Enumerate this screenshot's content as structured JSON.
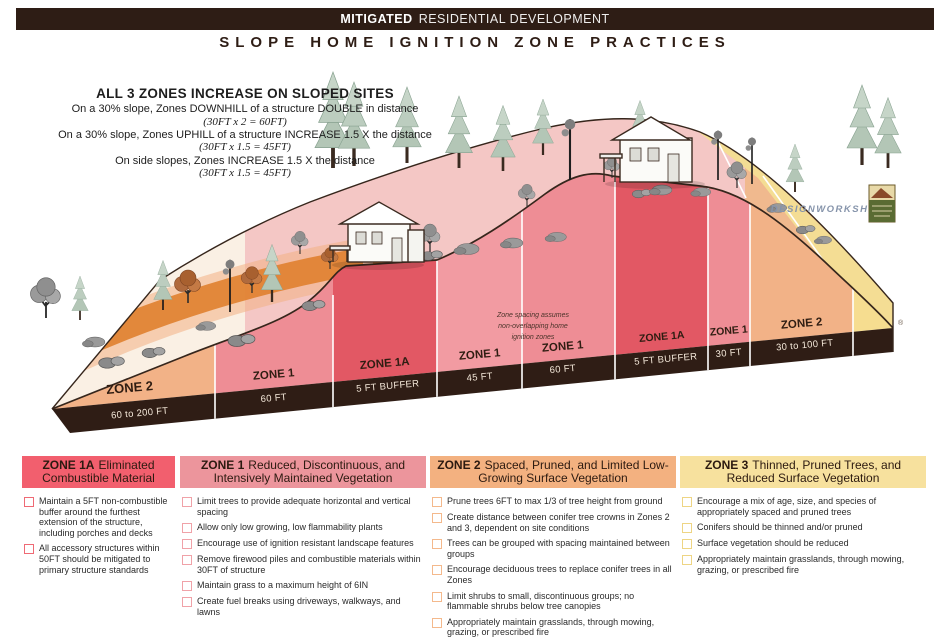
{
  "header": {
    "bar_title_bold": "MITIGATED",
    "bar_title_rest": "RESIDENTIAL DEVELOPMENT",
    "page_title": "SLOPE HOME IGNITION ZONE PRACTICES"
  },
  "intro": {
    "title": "ALL 3 ZONES INCREASE ON SLOPED SITES",
    "lines": [
      {
        "text": "On a 30% slope, Zones DOWNHILL of a structure DOUBLE in distance",
        "formula": "(30FT x 2 = 60FT)"
      },
      {
        "text": "On a 30% slope, Zones UPHILL of a structure INCREASE 1.5 X the distance",
        "formula": "(30FT x 1.5 = 45FT)"
      },
      {
        "text": "On side slopes, Zones INCREASE 1.5 X the distance",
        "formula": "(30FT x 1.5 = 45FT)"
      }
    ]
  },
  "diagram": {
    "note": {
      "line1": "Zone spacing assumes",
      "line2": "non-overlapping home",
      "line3": "ignition zones"
    },
    "bands": [
      {
        "zone": "ZONE 2",
        "distance": "60 to 200 FT"
      },
      {
        "zone": "ZONE 1",
        "distance": "60 FT"
      },
      {
        "zone": "ZONE 1A",
        "distance": "5 FT BUFFER"
      },
      {
        "zone": "ZONE 1",
        "distance": "45 FT"
      },
      {
        "zone": "ZONE 1",
        "distance": "60 FT"
      },
      {
        "zone": "ZONE 1A",
        "distance": "5 FT BUFFER"
      },
      {
        "zone": "ZONE 1",
        "distance": "30 FT"
      },
      {
        "zone": "ZONE 2",
        "distance": "30 to 100 FT"
      }
    ],
    "logo": "DESIGNWORKSHOP",
    "registered_mark": "®",
    "colors": {
      "zone1a": "#e25864",
      "zone1": "#ee8d95",
      "zone1_light": "#f29ba2",
      "zone2": "#f2b287",
      "zone3": "#f6dd90",
      "ground": "#2f1d15",
      "top_cream": "#faf0e4",
      "top_pink": "#f4c7c5",
      "top_peach": "#f0b98e",
      "top_yellow": "#f4dd94",
      "fire_orange": "#e0812f",
      "fire_halo": "#f2b183"
    }
  },
  "legend": [
    {
      "name": "ZONE 1A",
      "title": "Eliminated Combustible Material",
      "header_color": "#f25f6e",
      "checkbox_color": "#ef6a75",
      "items": [
        "Maintain a 5FT non-combustible buffer around the furthest extension of the structure, including porches and decks",
        "All accessory structures within 50FT should be mitigated to primary structure standards"
      ]
    },
    {
      "name": "ZONE 1",
      "title": "Reduced, Discontinuous, and Intensively Maintained Vegetation",
      "header_color": "#ec959c",
      "checkbox_color": "#f0a2a8",
      "items": [
        "Limit trees to provide adequate horizontal and vertical spacing",
        "Allow only low growing, low flammability plants",
        "Encourage use of ignition resistant landscape features",
        "Remove firewood piles and combustible materials within 30FT of structure",
        "Maintain grass to a maximum height of 6IN",
        "Create fuel breaks using driveways, walkways, and lawns"
      ]
    },
    {
      "name": "ZONE 2",
      "title": "Spaced, Pruned, and Limited Low-Growing Surface Vegetation",
      "header_color": "#f3b180",
      "checkbox_color": "#f4b98c",
      "items": [
        "Prune trees 6FT to max 1/3 of tree height from ground",
        "Create distance between conifer tree crowns in Zones 2 and 3, dependent on site conditions",
        "Trees can be grouped with spacing maintained between groups",
        "Encourage deciduous trees to replace conifer trees in all Zones",
        "Limit shrubs to small, discontinuous groups; no flammable shrubs below tree canopies",
        "Appropriately maintain grasslands, through mowing, grazing, or prescribed fire"
      ]
    },
    {
      "name": "ZONE 3",
      "title": "Thinned, Pruned Trees, and Reduced Surface Vegetation",
      "header_color": "#f7e19e",
      "checkbox_color": "#eed584",
      "items": [
        "Encourage a mix of age, size, and species of appropriately spaced and pruned trees",
        "Conifers should be thinned and/or pruned",
        "Surface vegetation should be reduced",
        "Appropriately maintain grasslands, through mowing, grazing, or prescribed fire"
      ]
    }
  ]
}
